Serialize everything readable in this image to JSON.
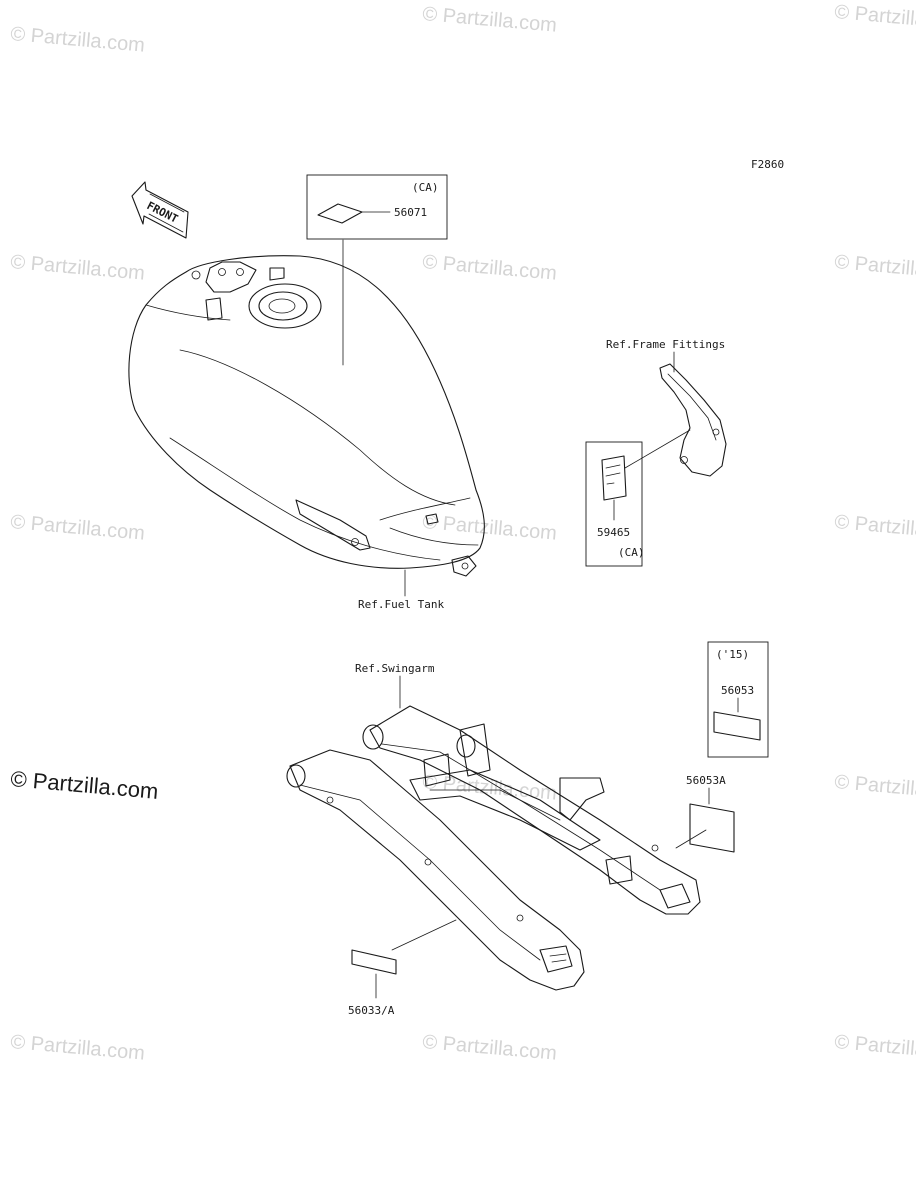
{
  "diagram_id": "F2860",
  "front_arrow": {
    "label": "FRONT"
  },
  "watermark": {
    "text": "© Partzilla.com"
  },
  "parts": {
    "fuel_tank_label": {
      "part_no": "56071",
      "region": "(CA)"
    },
    "frame_fittings_label": {
      "part_no": "59465",
      "region": "(CA)"
    },
    "swingarm_label_15": {
      "part_no": "56053",
      "year": "('15)"
    },
    "swingarm_label_a": {
      "part_no": "56053A"
    },
    "swingarm_label_lower": {
      "part_no": "56033/A"
    }
  },
  "references": {
    "fuel_tank": "Ref.Fuel Tank",
    "frame_fittings": "Ref.Frame Fittings",
    "swingarm": "Ref.Swingarm"
  },
  "icons": [
    "front-arrow-icon",
    "fuel-tank-drawing",
    "frame-bracket-drawing",
    "swingarm-drawing",
    "label-sticker-icon"
  ]
}
